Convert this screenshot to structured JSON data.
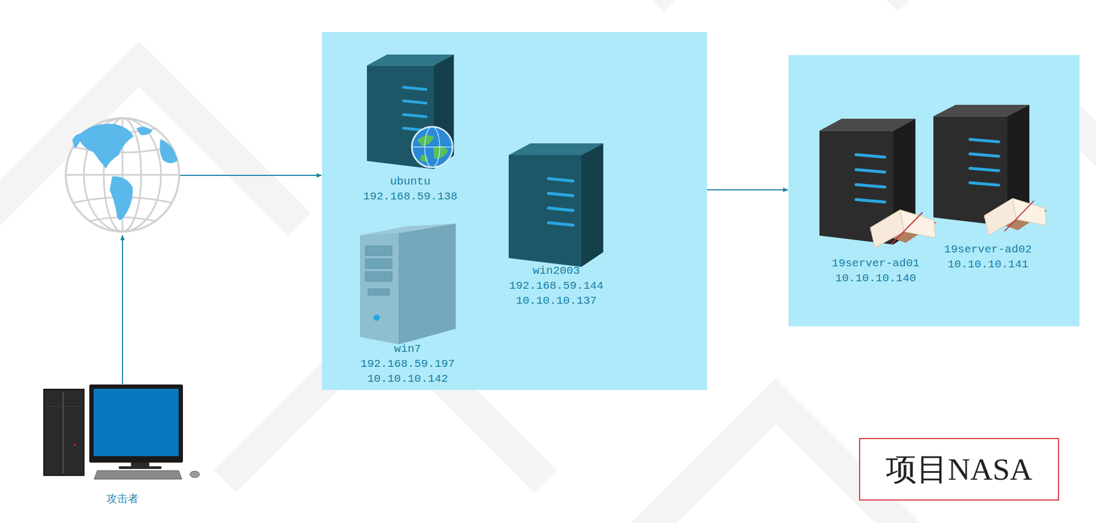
{
  "diagram": {
    "nodes": [
      {
        "text": [
          "ubuntu",
          "192.168.59.138"
        ]
      },
      {
        "text": [
          "win2003",
          "192.168.59.144",
          "10.10.10.137"
        ]
      },
      {
        "text": [
          "win7",
          "192.168.59.197",
          "10.10.10.142"
        ]
      },
      {
        "text": [
          "19server-ad01",
          "10.10.10.140"
        ]
      },
      {
        "text": [
          "19server-ad02",
          "10.10.10.141"
        ]
      },
      {
        "text": [
          "攻击者"
        ]
      },
      {
        "text": [
          "项目NASA"
        ]
      }
    ]
  }
}
